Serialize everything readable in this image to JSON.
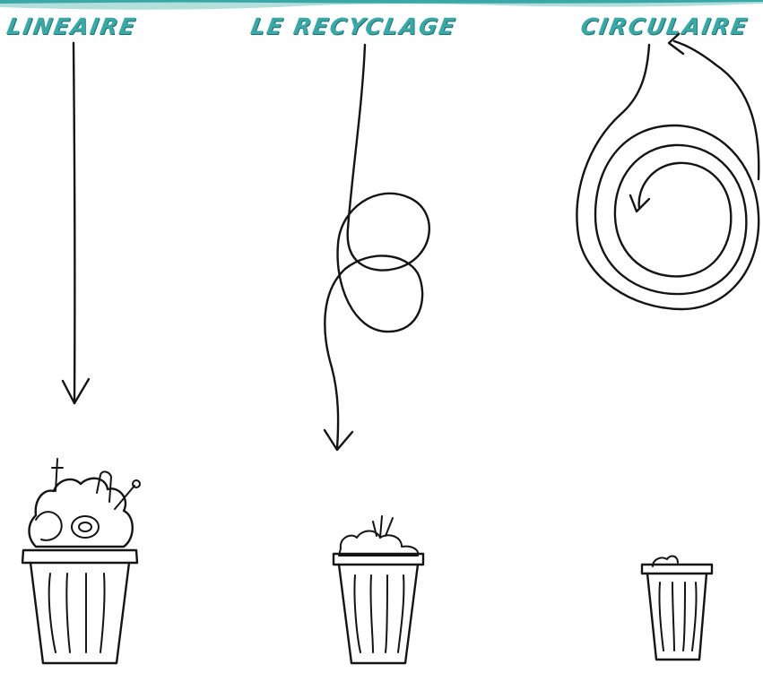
{
  "columns": [
    {
      "title": "LINEAIRE"
    },
    {
      "title": "LE RECYCLAGE"
    },
    {
      "title": "CIRCULAIRE"
    }
  ],
  "colors": {
    "title": "#3aa8a6",
    "band": "#3aa8a6",
    "ink": "#141414"
  }
}
